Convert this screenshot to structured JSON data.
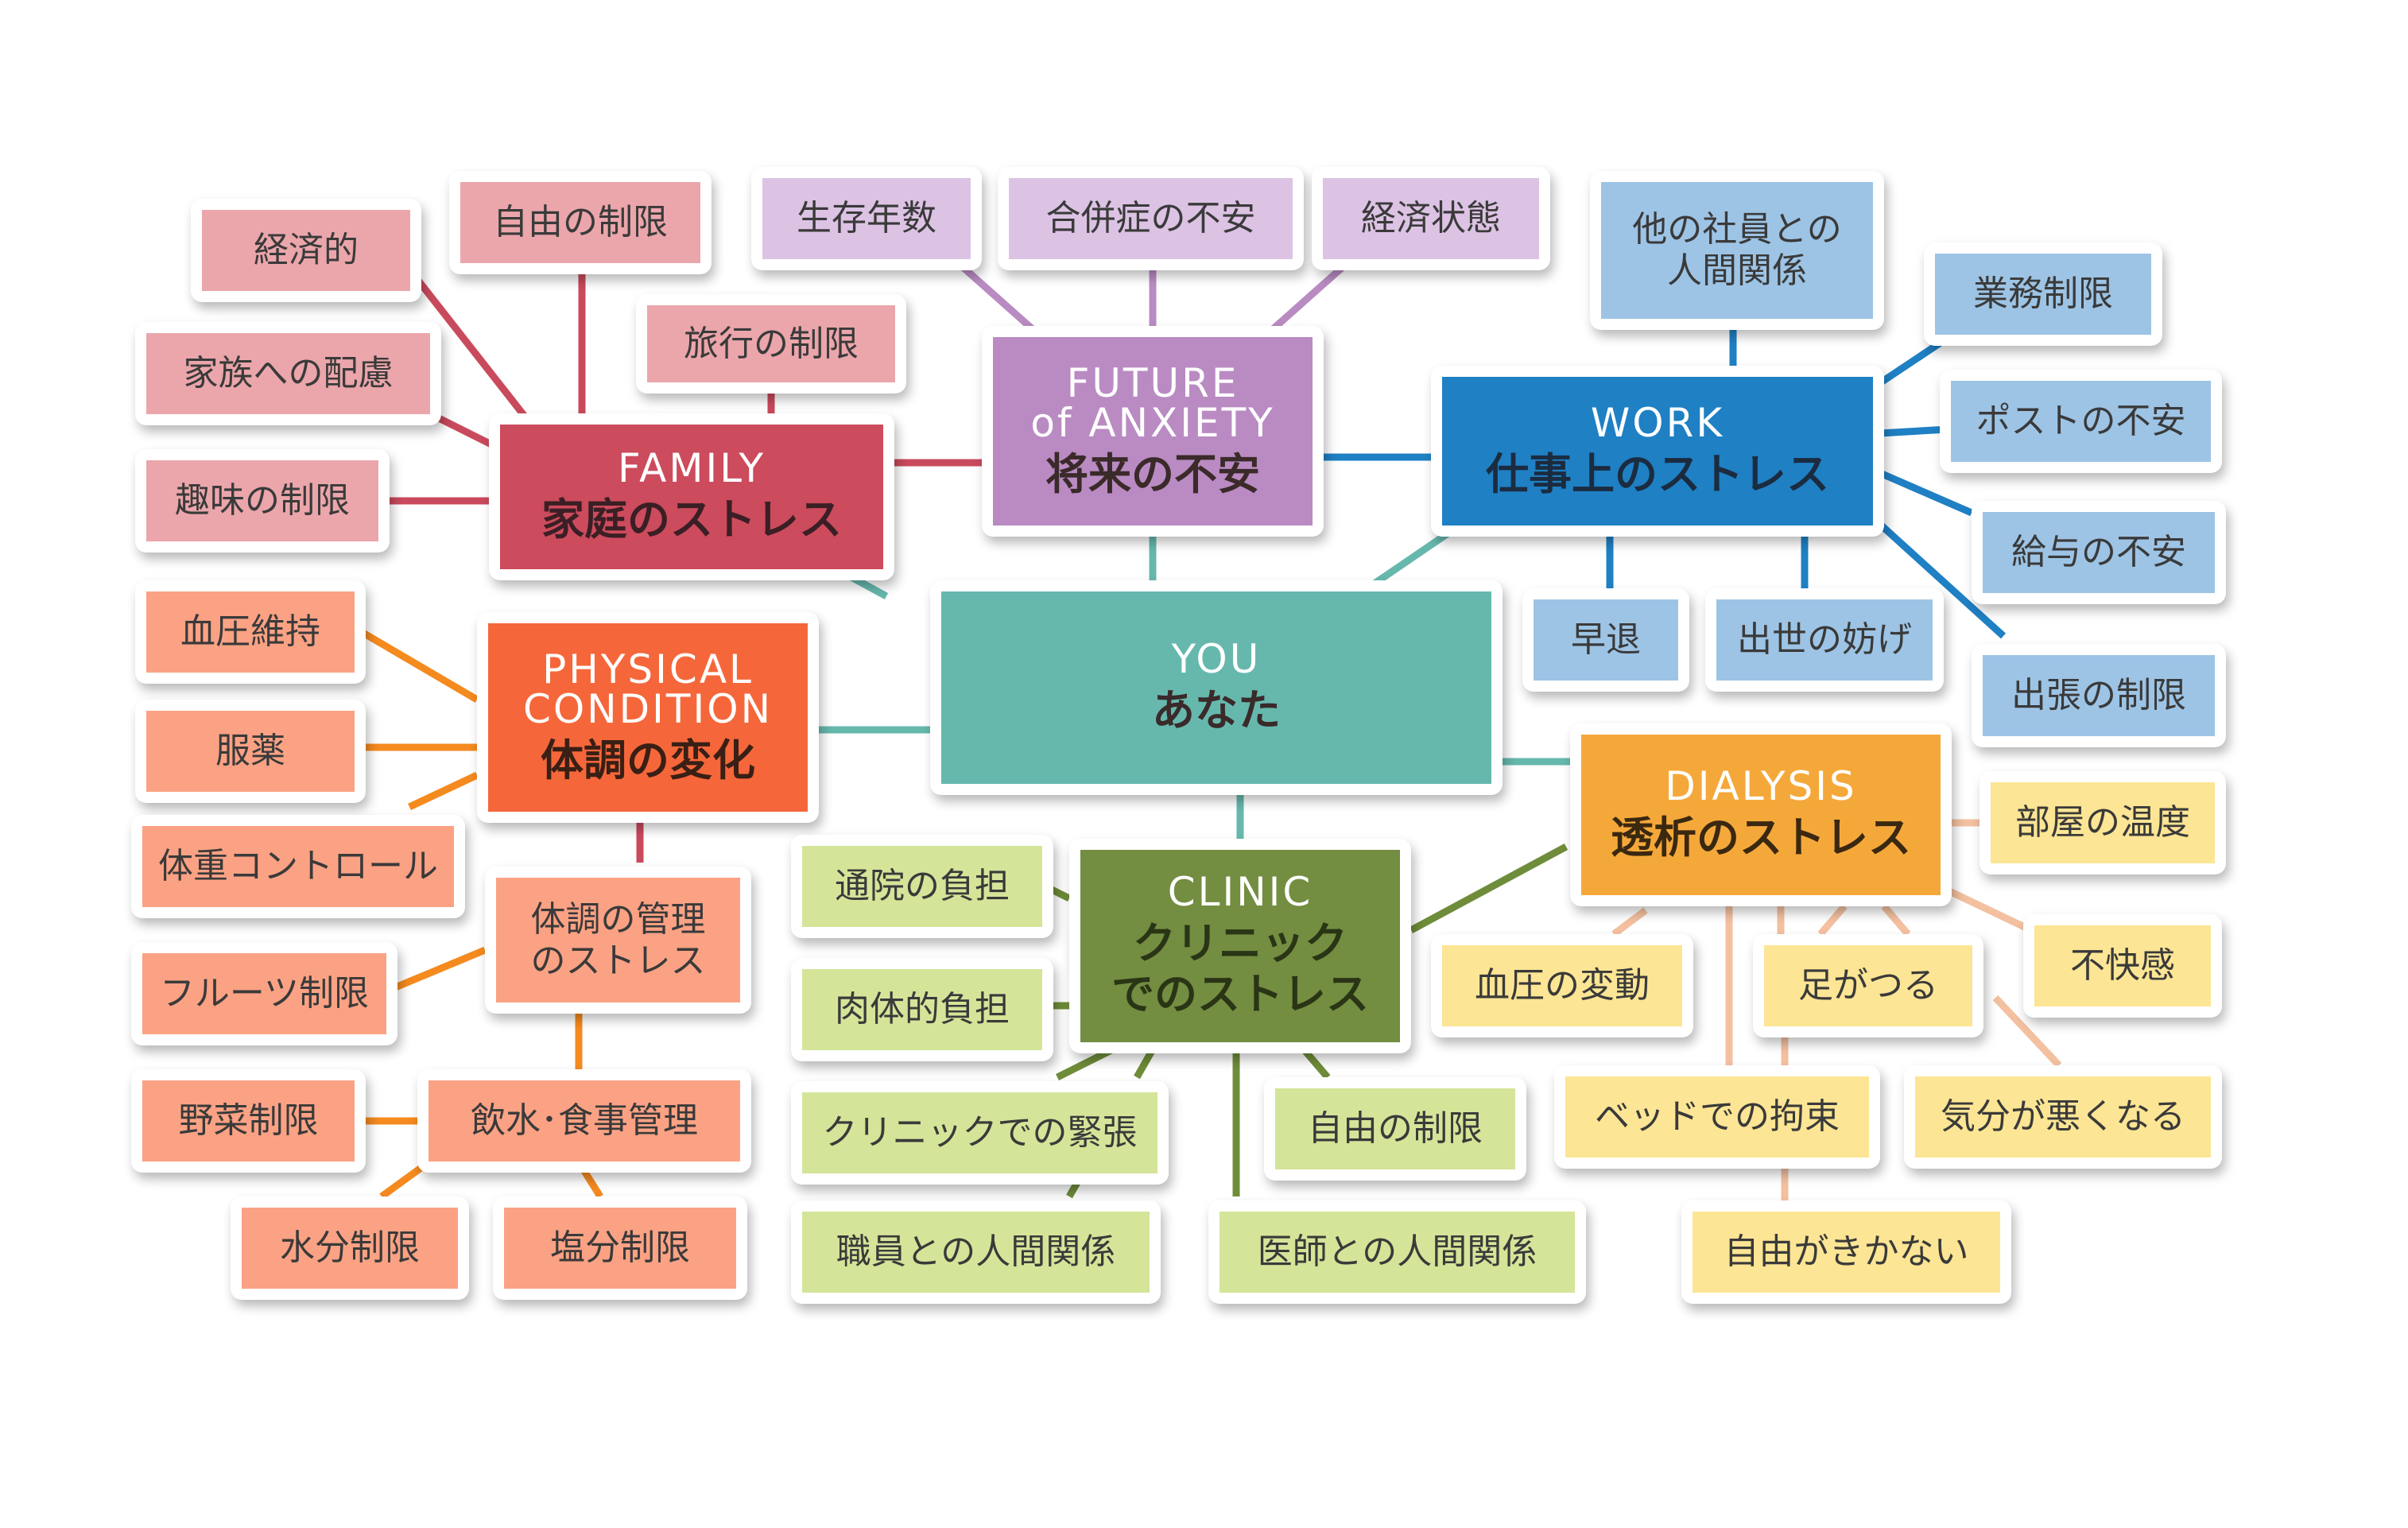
{
  "colors": {
    "center": "#66b8ad",
    "family": "#cc4b5c",
    "family_leaf": "#eba6ab",
    "family_line": "#c94a5c",
    "anxiety": "#b98bc2",
    "anxiety_leaf": "#dcc3e4",
    "anxiety_line": "#b98bc2",
    "work": "#1f80c4",
    "work_leaf": "#9dc4e5",
    "work_line": "#1f80c4",
    "physical": "#f5673a",
    "physical_leaf": "#fba284",
    "physical_line": "#f58a1f",
    "clinic": "#738d41",
    "clinic_leaf": "#d4e599",
    "clinic_line": "#6f8c3a",
    "dialysis": "#f5a83a",
    "dialysis_leaf": "#fce594",
    "dialysis_line": "#f3c0a0"
  },
  "center": {
    "en": "YOU",
    "ja": "あなた"
  },
  "hubs": {
    "family": {
      "en": "FAMILY",
      "ja": "家庭のストレス"
    },
    "anxiety": {
      "en1": "FUTURE",
      "en2": "of ANXIETY",
      "ja": "将来の不安"
    },
    "work": {
      "en": "WORK",
      "ja": "仕事上のストレス"
    },
    "physical": {
      "en1": "PHYSICAL",
      "en2": "CONDITION",
      "ja": "体調の変化"
    },
    "clinic": {
      "en": "CLINIC",
      "ja1": "クリニック",
      "ja2": "でのストレス"
    },
    "dialysis": {
      "en": "DIALYSIS",
      "ja": "透析のストレス"
    }
  },
  "family_items": {
    "keizaiteki": "経済的",
    "jiyuu": "自由の制限",
    "ryokou": "旅行の制限",
    "kazoku": "家族への配慮",
    "shumi": "趣味の制限"
  },
  "anxiety_items": {
    "seizon": "生存年数",
    "gappei": "合併症の不安",
    "keizai": "経済状態"
  },
  "work_items": {
    "shain1": "他の社員との",
    "shain2": "人間関係",
    "gyoumu": "業務制限",
    "post": "ポストの不安",
    "kyuuyo": "給与の不安",
    "shucchou": "出張の制限",
    "soutai": "早退",
    "shusse": "出世の妨げ"
  },
  "physical_items": {
    "ketsuatsu": "血圧維持",
    "fukuyaku": "服薬",
    "taijuu": "体重コントロール",
    "kanri1": "体調の管理",
    "kanri2": "のストレス",
    "fruit": "フルーツ制限",
    "yasai": "野菜制限",
    "inshoku": "飲水･食事管理",
    "suibun": "水分制限",
    "enbun": "塩分制限"
  },
  "clinic_items": {
    "tsuuin": "通院の負担",
    "nikutai": "肉体的負担",
    "kinchou": "クリニックでの緊張",
    "shokuin": "職員との人間関係",
    "jiyuu": "自由の制限",
    "ishi": "医師との人間関係"
  },
  "dialysis_items": {
    "heya": "部屋の温度",
    "fukai": "不快感",
    "hendou": "血圧の変動",
    "ashi": "足がつる",
    "bed": "ベッドでの拘束",
    "kibun": "気分が悪くなる",
    "jiyuu": "自由がきかない"
  }
}
